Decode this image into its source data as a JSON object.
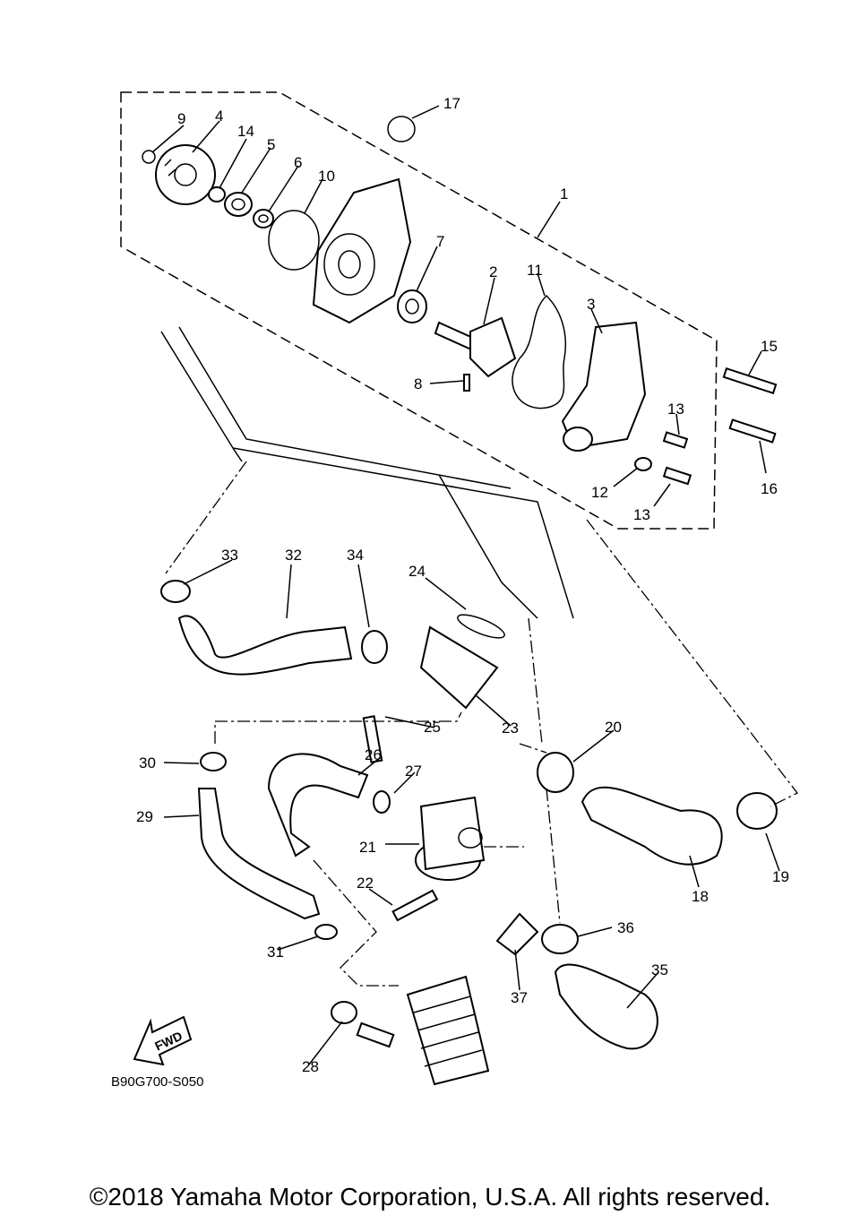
{
  "diagram": {
    "part_code": "B90G700-S050",
    "fwd_label": "FWD",
    "copyright": "©2018 Yamaha Motor Corporation, U.S.A. All rights reserved.",
    "callouts": [
      "1",
      "2",
      "3",
      "4",
      "5",
      "6",
      "7",
      "8",
      "9",
      "10",
      "11",
      "12",
      "13",
      "13",
      "14",
      "15",
      "16",
      "17",
      "18",
      "19",
      "20",
      "21",
      "22",
      "23",
      "24",
      "25",
      "26",
      "27",
      "28",
      "29",
      "30",
      "31",
      "32",
      "33",
      "34",
      "35",
      "36",
      "37"
    ]
  }
}
